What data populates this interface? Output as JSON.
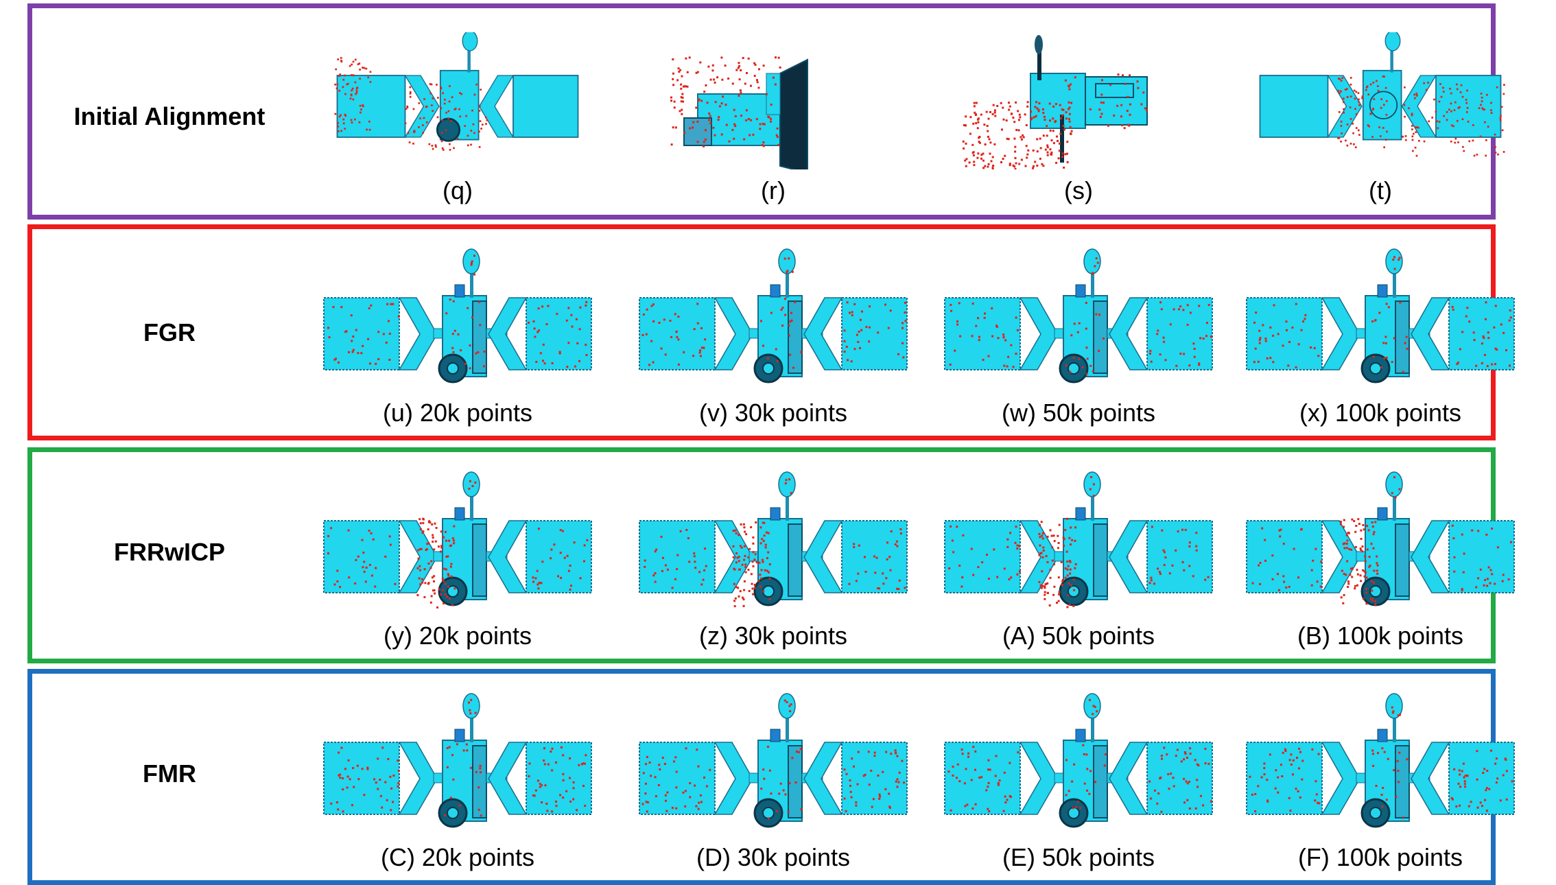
{
  "colors": {
    "panel_border": [
      "#7d3fa8",
      "#ee1c1c",
      "#22aa44",
      "#1f6fc0"
    ],
    "satellite_fill": "#22d6ee",
    "satellite_dark": "#0a4d66",
    "satellite_outline": "#1a6d8c",
    "point_cloud": "#e0231a"
  },
  "panels": [
    {
      "label": "Initial Alignment",
      "captions": [
        "(q)",
        "(r)",
        "(s)",
        "(t)"
      ]
    },
    {
      "label": "FGR",
      "captions": [
        "(u) 20k points",
        "(v) 30k points",
        "(w) 50k points",
        "(x) 100k points"
      ]
    },
    {
      "label": "FRRwICP",
      "captions": [
        "(y) 20k points",
        "(z) 30k points",
        "(A) 50k points",
        "(B) 100k points"
      ]
    },
    {
      "label": "FMR",
      "captions": [
        "(C) 20k points",
        "(D) 30k points",
        "(E) 50k points",
        "(F) 100k points"
      ]
    }
  ]
}
